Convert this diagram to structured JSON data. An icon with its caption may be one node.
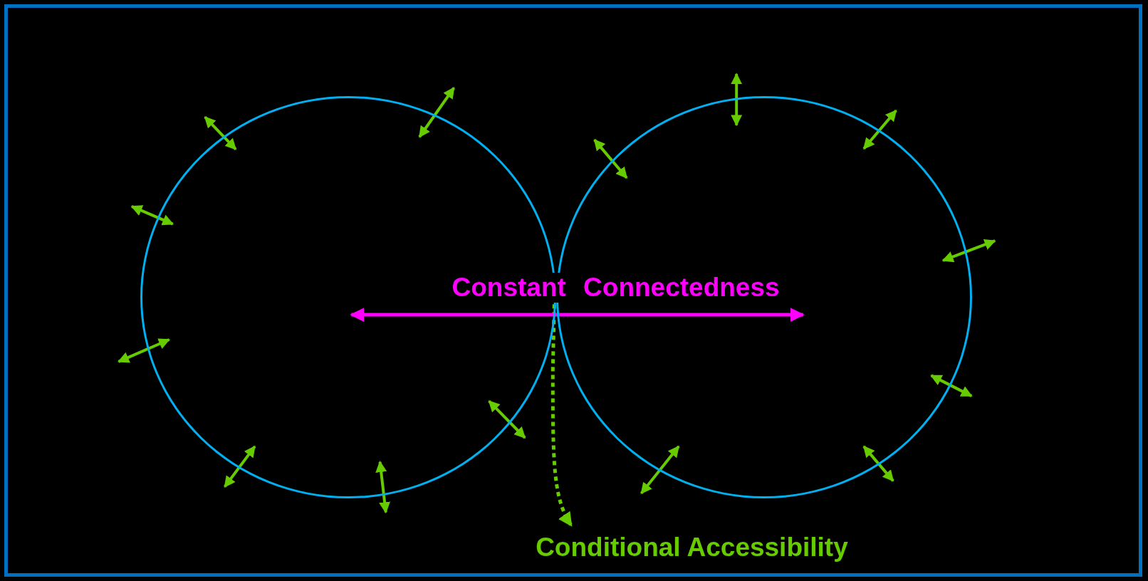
{
  "diagram": {
    "nodes": [
      {
        "text": [],
        "shape": "circle"
      },
      {
        "text": [],
        "shape": "circle"
      },
      {
        "text": [
          "Conditional Accessibility"
        ]
      }
    ],
    "edges": [
      {
        "from": 0,
        "to": 2,
        "arrow": "to",
        "style": "dashed",
        "color": "#66cc00"
      },
      {
        "from": 0,
        "to": 1,
        "arrow": "both",
        "label": "Constant Connectedness",
        "color": "#ff00ff"
      }
    ]
  }
}
